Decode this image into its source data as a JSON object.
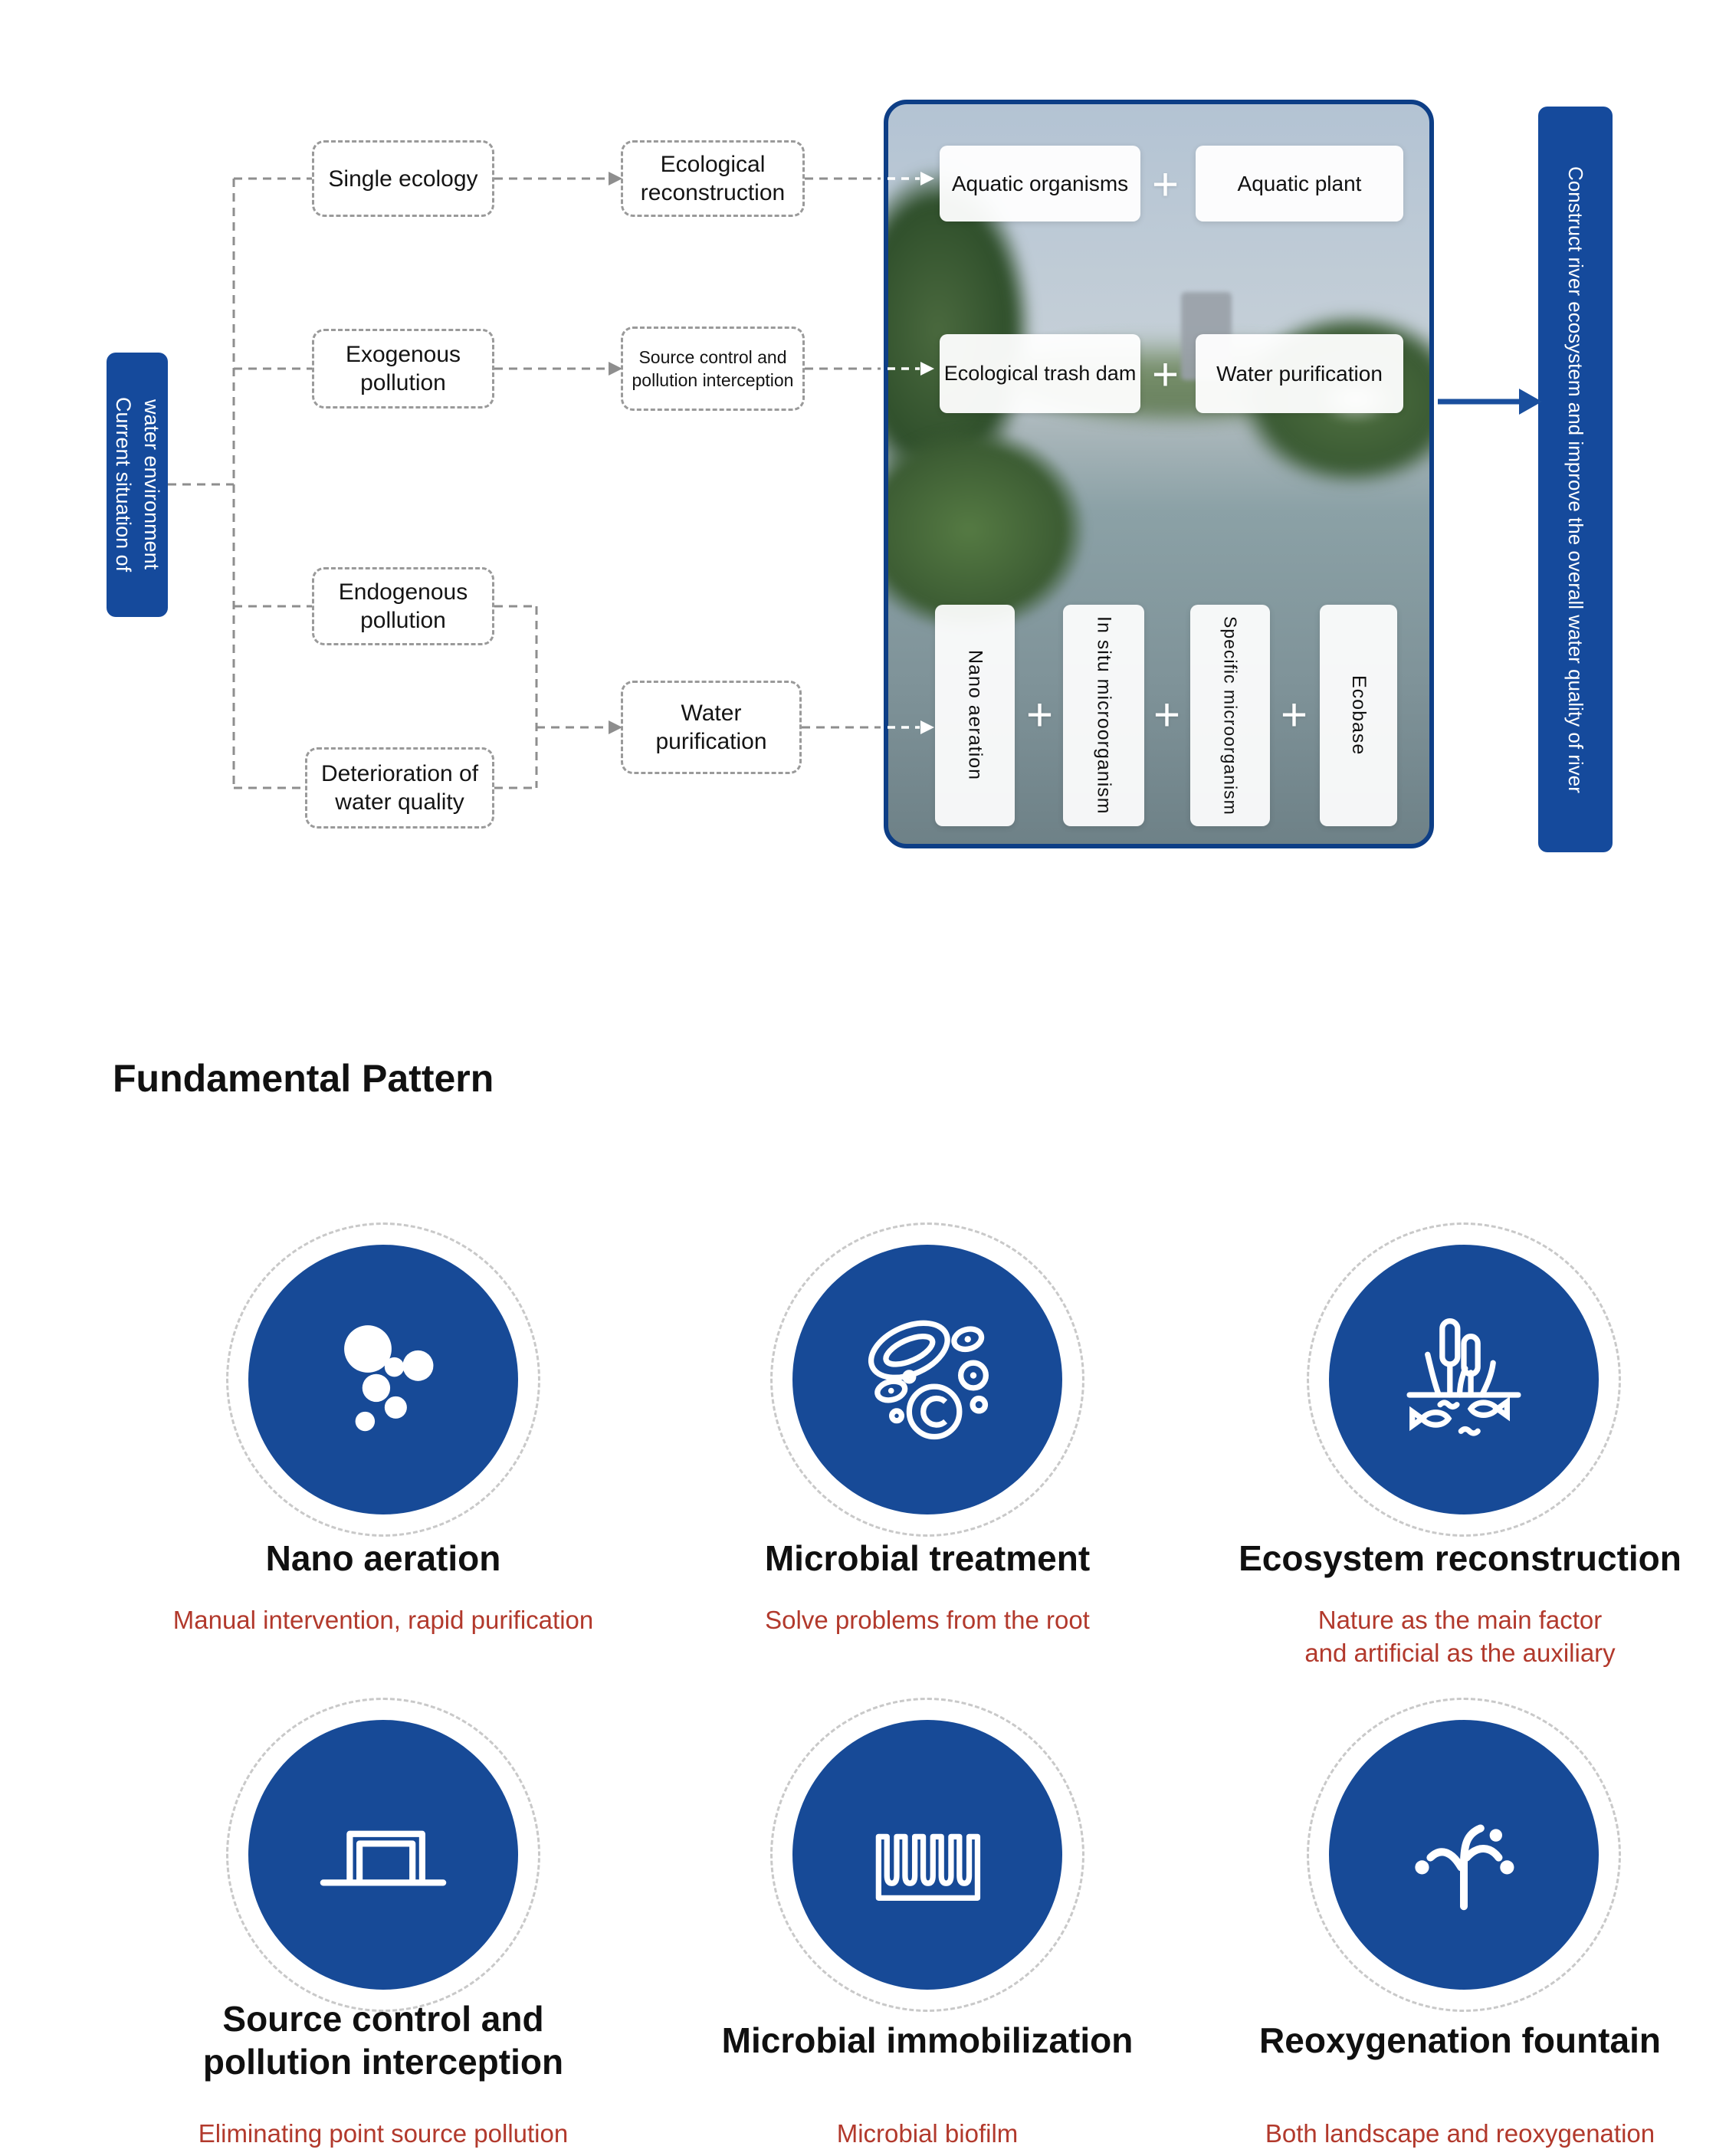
{
  "flowchart": {
    "source": "Current situation of\nwater environment",
    "causes": [
      "Single ecology",
      "Exogenous pollution",
      "Endogenous pollution",
      "Deterioration of\nwater quality"
    ],
    "strategies": [
      "Ecological\nreconstruction",
      "Source control and\npollution interception",
      "Water\npurification"
    ],
    "photo_row1": [
      "Aquatic organisms",
      "Aquatic plant"
    ],
    "photo_row2": [
      "Ecological trash dam",
      "Water purification"
    ],
    "photo_vertical": [
      "Nano aeration",
      "In situ microorganism",
      "Specific microorganism",
      "Ecobase"
    ],
    "plus": "+",
    "result": "Construct river ecosystem and improve the overall water quality of river"
  },
  "section": {
    "title": "Fundamental Pattern"
  },
  "patterns": [
    {
      "title": "Nano aeration",
      "subtitle": "Manual intervention, rapid purification",
      "icon": "bubbles-icon"
    },
    {
      "title": "Microbial treatment",
      "subtitle": "Solve problems from the root",
      "icon": "microbes-icon"
    },
    {
      "title": "Ecosystem reconstruction",
      "subtitle": "Nature as the main factor\nand artificial as the auxiliary",
      "icon": "reeds-fish-icon"
    },
    {
      "title": "Source control and pollution interception",
      "subtitle": "Eliminating point source pollution",
      "icon": "dam-icon"
    },
    {
      "title": "Microbial immobilization",
      "subtitle": "Microbial biofilm",
      "icon": "biofilm-icon"
    },
    {
      "title": "Reoxygenation fountain",
      "subtitle": "Both landscape and reoxygenation",
      "icon": "fountain-icon"
    }
  ],
  "colors": {
    "accent_blue": "#154a9c",
    "photo_border": "#0d3e86",
    "arrow_gray": "#8e8e8e",
    "subtitle_red": "#b2392c",
    "dashed_border": "#9a9a9a",
    "dashed_circle": "#c9c9c9"
  }
}
